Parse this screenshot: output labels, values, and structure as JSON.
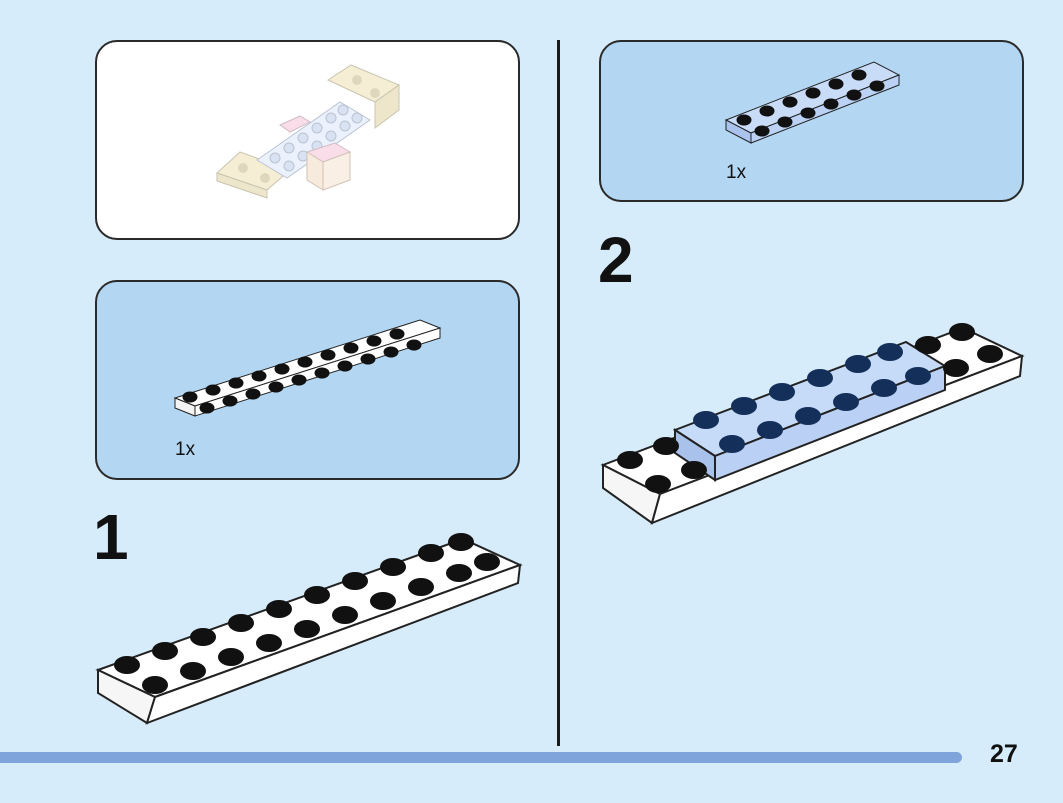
{
  "colors": {
    "background": "#d6ecfa",
    "parts_panel": "#b3d7f3",
    "progress_bar": "#7fa4dc",
    "white_brick": "#ffffff",
    "blue_brick": "#b8d3f7",
    "stud_dark": "#111111"
  },
  "preview_panel": {
    "icon": "completed-model-preview"
  },
  "step1": {
    "parts_quantity": "1x",
    "part_icon": "white-plate-2x10",
    "number": "1",
    "assembly_icon": "white-plate-2x10"
  },
  "step2": {
    "parts_quantity": "1x",
    "part_icon": "blue-plate-2x6",
    "number": "2",
    "assembly_icon": "blue-plate-on-white-plate"
  },
  "page": {
    "number": "27"
  }
}
